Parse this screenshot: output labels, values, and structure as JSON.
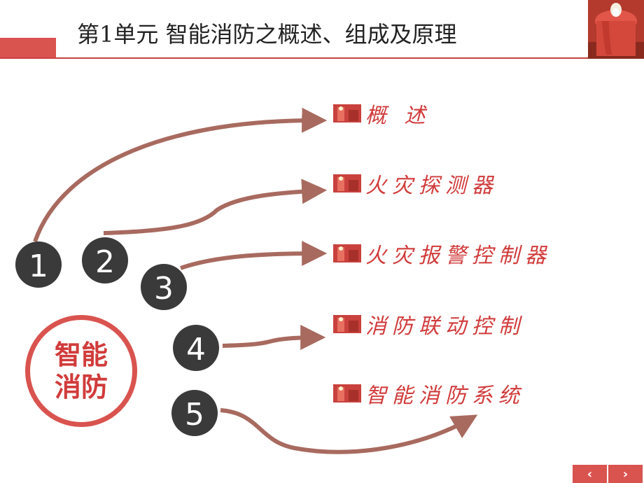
{
  "header": {
    "title": "第1单元  智能消防之概述、组成及原理"
  },
  "hub": {
    "line1": "智能",
    "line2": "消防"
  },
  "numbers": [
    "1",
    "2",
    "3",
    "4",
    "5"
  ],
  "items": [
    {
      "label": "概    述"
    },
    {
      "label": "火灾探测器"
    },
    {
      "label": "火灾报警控制器"
    },
    {
      "label": "消防联动控制"
    },
    {
      "label": "智能消防系统"
    }
  ],
  "nav": {
    "prev": "‹",
    "next": "›"
  },
  "colors": {
    "accent": "#d9534f",
    "arrow": "#a86a5f",
    "circle": "#3a3a3a",
    "text_red": "#d13b3b"
  }
}
